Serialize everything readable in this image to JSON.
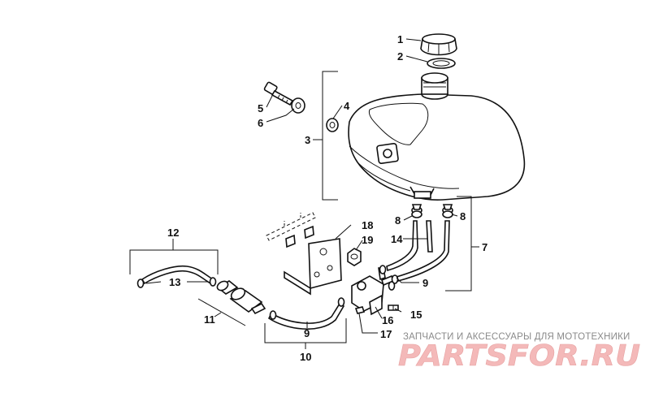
{
  "labels": {
    "l1": "1",
    "l2": "2",
    "l3": "3",
    "l4": "4",
    "l5": "5",
    "l6": "6",
    "l7": "7",
    "l8a": "8",
    "l8b": "8",
    "l9a": "9",
    "l9b": "9",
    "l10": "10",
    "l11": "11",
    "l12": "12",
    "l13": "13",
    "l14": "14",
    "l15": "15",
    "l16": "16",
    "l17": "17",
    "l18": "18",
    "l19": "19"
  },
  "watermark": {
    "caption": "ЗАПЧАСТИ И АКСЕССУАРЫ ДЛЯ МОТОТЕХНИКИ",
    "logo": "PARTSFOR.RU"
  }
}
